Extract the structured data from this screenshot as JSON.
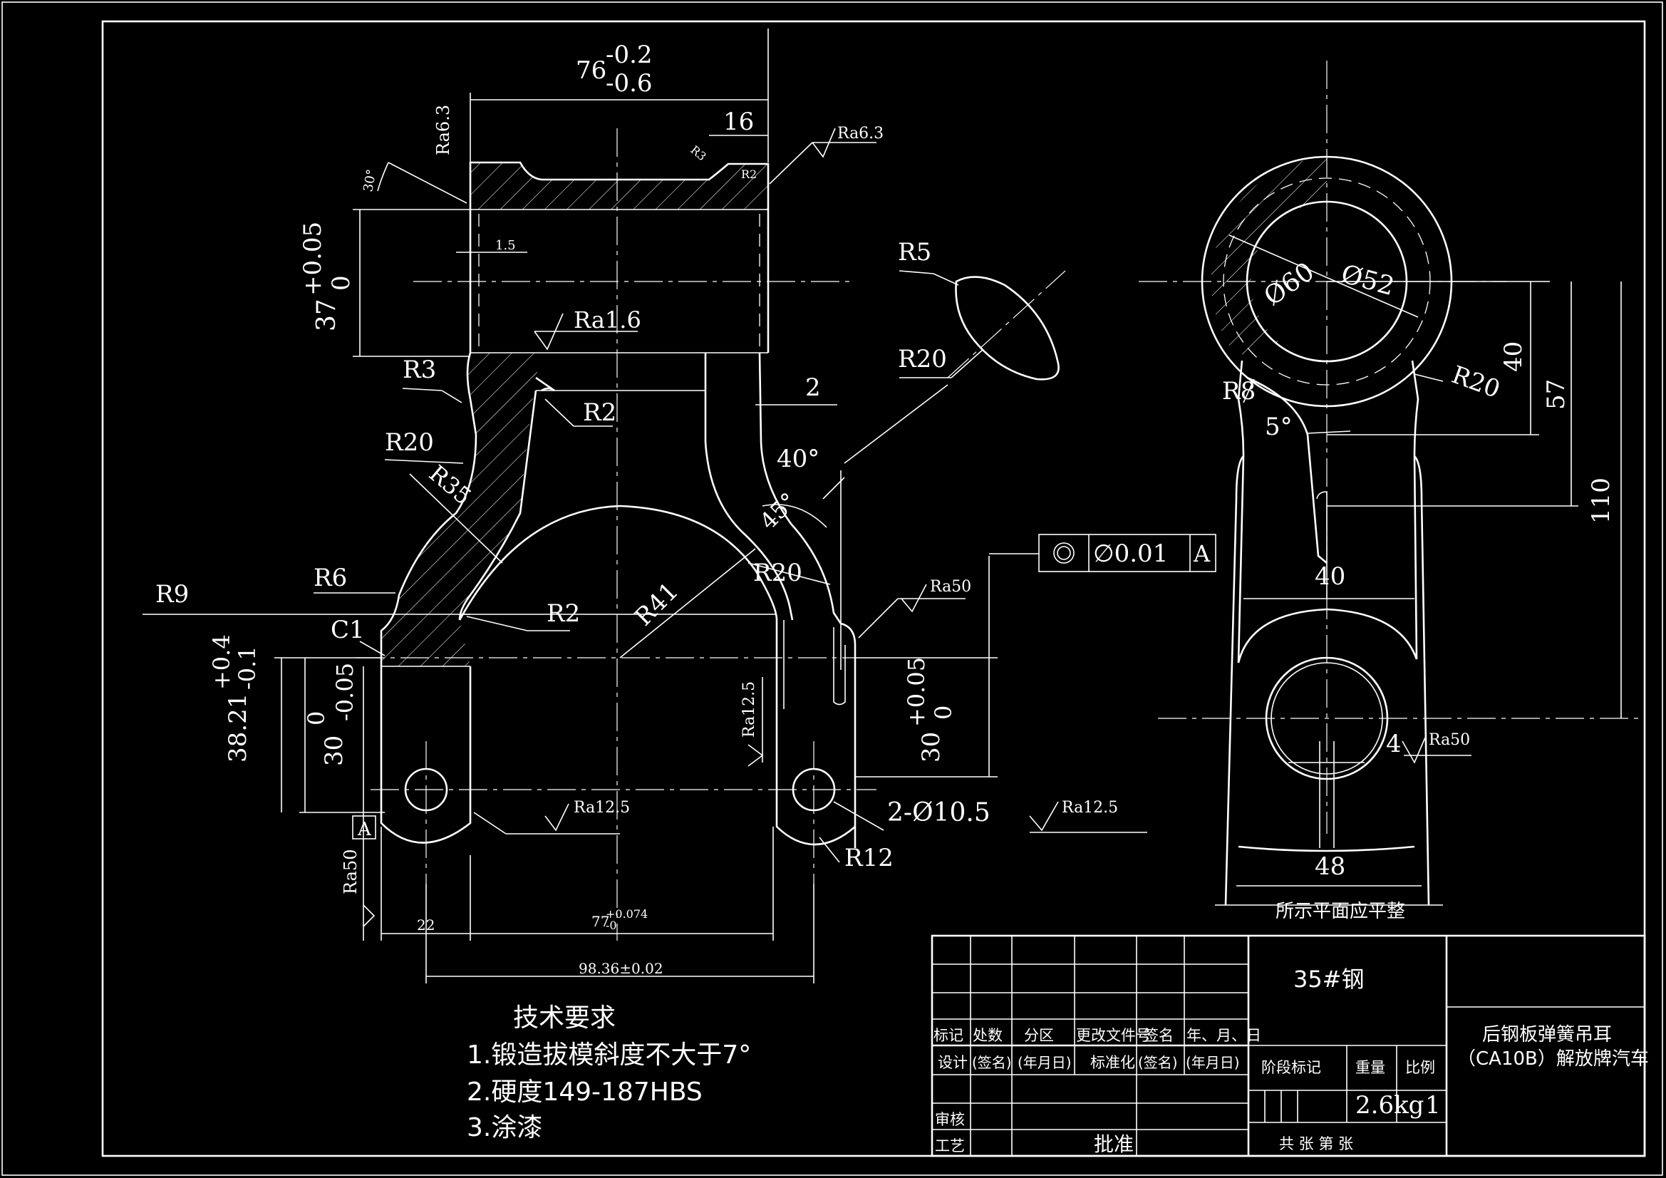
{
  "colors": {
    "background": "#000000",
    "lines": "#ffffff"
  },
  "front_view": {
    "dims": {
      "width_top": "76",
      "width_top_upper_tol": "-0.2",
      "width_top_lower_tol": "-0.6",
      "d16": "16",
      "r3_small": "R3",
      "r2_small": "R2",
      "ra63_left": "Ra6.3",
      "ra63_right": "Ra6.3",
      "angle30": "30°",
      "d15": "1.5",
      "height37": "37",
      "height37_upper": "+0.05",
      "height37_lower": "0",
      "ra16": "Ra1.6",
      "r3": "R3",
      "r2_upper": "R2",
      "d2": "2",
      "r20_left": "R20",
      "r35": "R35",
      "angle40": "40°",
      "angle45": "45°",
      "r20_mid": "R20",
      "r41": "R41",
      "r6": "R6",
      "r9": "R9",
      "r2_lower": "R2",
      "c1": "C1",
      "d3821": "38.21",
      "d3821_upper": "+0.4",
      "d3821_lower": "-0.1",
      "d30": "30",
      "d30_upper": "0",
      "d30_lower": "-0.05",
      "datum_a": "A",
      "ra50_left": "Ra50",
      "ra125_left": "Ra12.5",
      "ra125_mid": "Ra12.5",
      "ra125_right": "Ra12.5",
      "d22": "22",
      "d77": "77",
      "d77_upper": "+0.074",
      "d77_lower": "-0",
      "d9836": "98.36±0.02",
      "holes": "2-Ø10.5",
      "r12": "R12",
      "d30_right": "30",
      "d30_right_upper": "+0.05",
      "d30_right_lower": "0",
      "ra50_right": "Ra50"
    },
    "fcf": {
      "tolerance": "∅0.01",
      "datum": "A"
    }
  },
  "section_view": {
    "r5": "R5",
    "r20": "R20"
  },
  "side_view": {
    "phi60": "Ø60",
    "phi52": "Ø52",
    "r8": "R8",
    "r20": "R20",
    "d40_top": "40",
    "d57": "57",
    "d110": "110",
    "angle5": "5°",
    "d40_mid": "40",
    "d4": "4",
    "ra50": "Ra50",
    "d48": "48",
    "note": "所示平面应平整"
  },
  "tech_requirements": {
    "heading": "技术要求",
    "items": [
      "1.锻造拔模斜度不大于7°",
      "2.硬度149-187HBS",
      "3.涂漆"
    ]
  },
  "title_block": {
    "material": "35#钢",
    "part_name_line1": "后钢板弹簧吊耳",
    "part_name_line2": "（CA10B）解放牌汽车",
    "row_headers": [
      "标记",
      "处数",
      "分区",
      "更改文件号",
      "签名",
      "年、月、日"
    ],
    "design_row": [
      "设计",
      "(签名)",
      "(年月日)",
      "标准化",
      "(签名)",
      "(年月日)"
    ],
    "review": "审核",
    "process": "工艺",
    "approve": "批准",
    "stage_mark": "阶段标记",
    "weight_label": "重量",
    "scale_label": "比例",
    "weight": "2.6kg",
    "scale": "1",
    "sheets": "共  张    第  张"
  }
}
